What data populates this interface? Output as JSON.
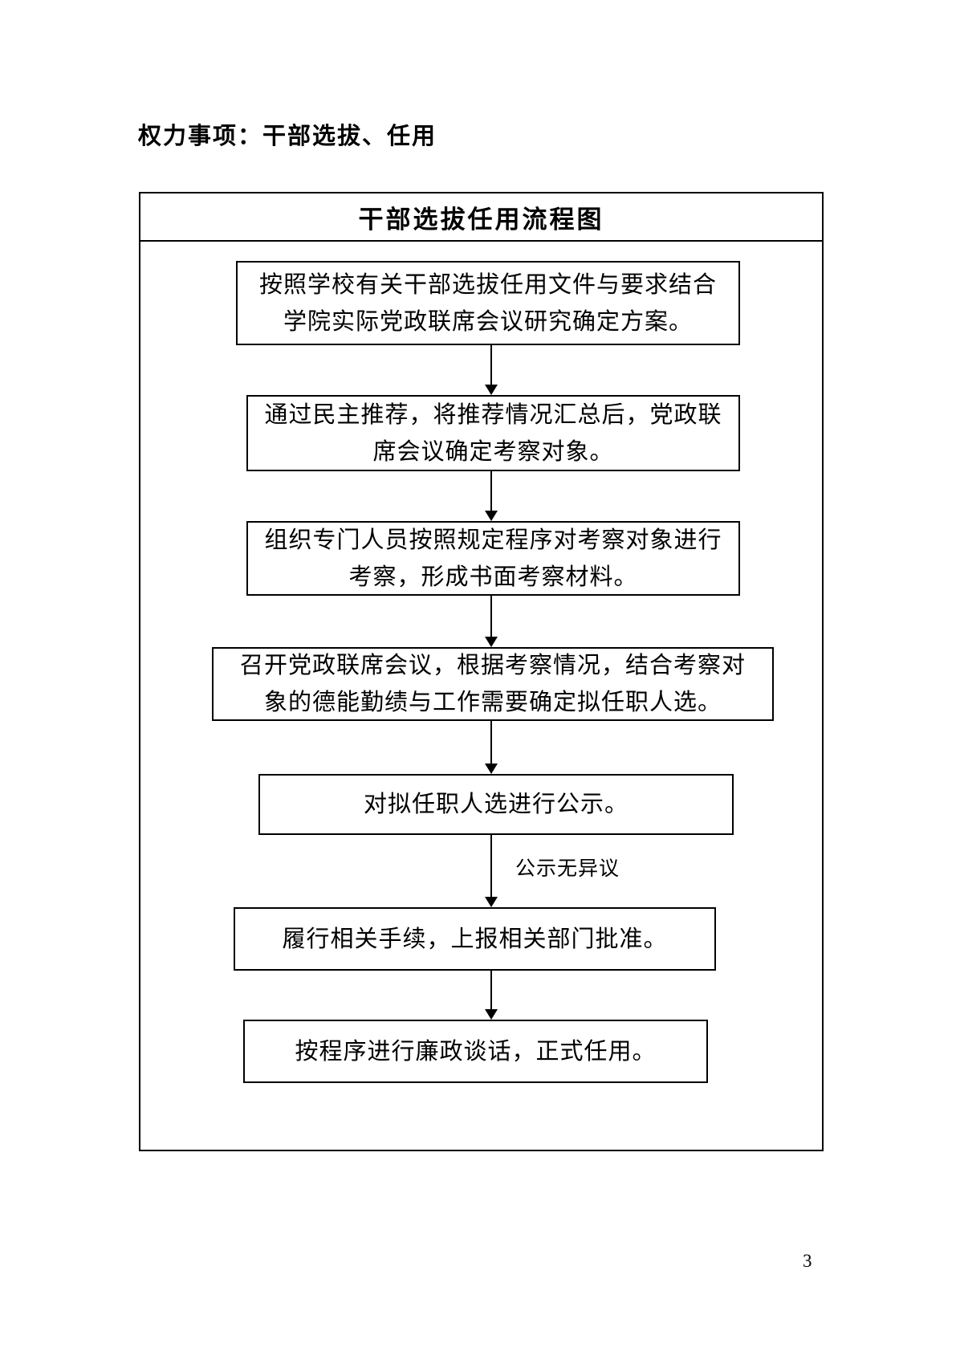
{
  "page": {
    "heading": "权力事项：干部选拔、任用",
    "page_number": "3"
  },
  "flowchart": {
    "title": "干部选拔任用流程图",
    "steps": [
      {
        "text": "按照学校有关干部选拔任用文件与要求结合\n学院实际党政联席会议研究确定方案。"
      },
      {
        "text": "通过民主推荐，将推荐情况汇总后，党政联\n席会议确定考察对象。"
      },
      {
        "text": "组织专门人员按照规定程序对考察对象进行\n考察，形成书面考察材料。"
      },
      {
        "text": "召开党政联席会议，根据考察情况，结合考察对\n象的德能勤绩与工作需要确定拟任职人选。"
      },
      {
        "text": "对拟任职人选进行公示。"
      },
      {
        "text": "履行相关手续，上报相关部门批准。"
      },
      {
        "text": "按程序进行廉政谈话，正式任用。"
      }
    ],
    "arrow_label": "公示无异议"
  },
  "colors": {
    "text": "#000000",
    "background": "#ffffff",
    "border": "#000000"
  }
}
